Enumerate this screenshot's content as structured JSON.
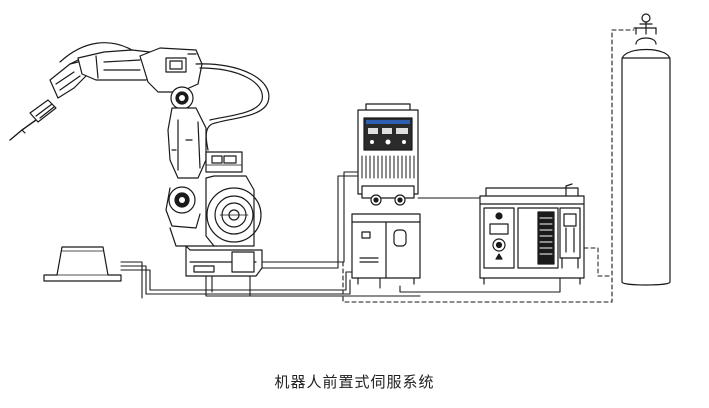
{
  "caption": "机器人前置式伺服系统",
  "colors": {
    "line": "#1a1a1a",
    "panel_screen": "#2b2b2b",
    "panel_accent": "#2f5fb0",
    "background": "#ffffff"
  },
  "components": [
    {
      "name": "welding-robot-arm",
      "icon": "industrial-robot"
    },
    {
      "name": "welding-positioner-base",
      "icon": "base-plate"
    },
    {
      "name": "servo-welding-power-source",
      "icon": "power-supply-cabinet"
    },
    {
      "name": "wire-feeder-cabinet",
      "icon": "cabinet"
    },
    {
      "name": "robot-controller",
      "icon": "controller-cabinet"
    },
    {
      "name": "gas-cylinder",
      "icon": "gas-cylinder"
    }
  ]
}
